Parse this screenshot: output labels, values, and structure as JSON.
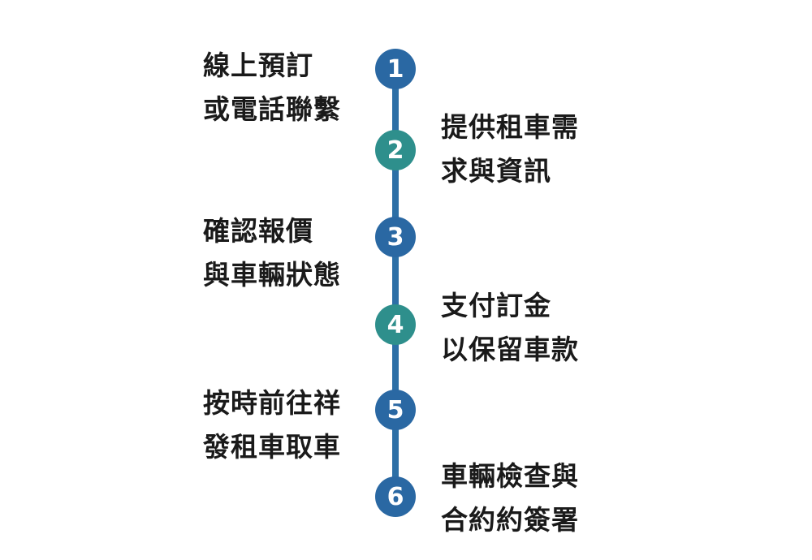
{
  "steps": [
    {
      "number": "1",
      "line1": "線上預訂",
      "line2": "或電話聯繫",
      "color": "#2a68a3"
    },
    {
      "number": "2",
      "line1": "提供租車需",
      "line2": "求與資訊",
      "color": "#2e8f8c"
    },
    {
      "number": "3",
      "line1": "確認報價",
      "line2": "與車輛狀態",
      "color": "#2a68a3"
    },
    {
      "number": "4",
      "line1": "支付訂金",
      "line2": "以保留車款",
      "color": "#2e8f8c"
    },
    {
      "number": "5",
      "line1": "按時前往祥",
      "line2": "發租車取車",
      "color": "#2a68a3"
    },
    {
      "number": "6",
      "line1": "車輛檢查與",
      "line2": "合約約簽署",
      "color": "#2a68a3"
    }
  ]
}
